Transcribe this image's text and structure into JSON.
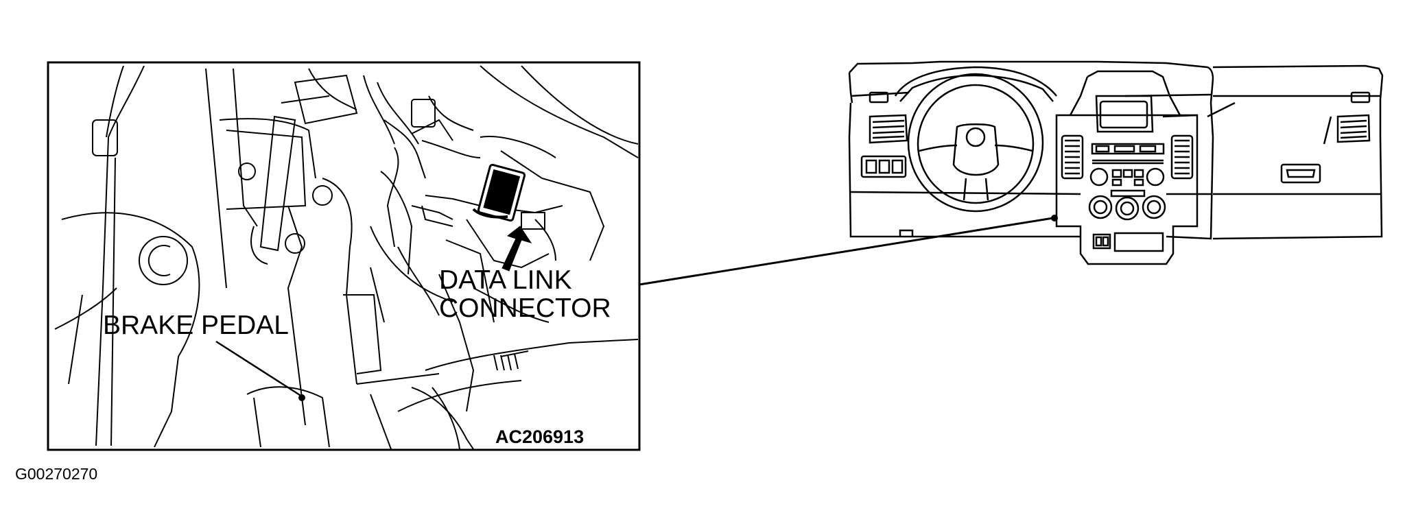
{
  "labels": {
    "data_link_connector_line1": "DATA LINK",
    "data_link_connector_line2": "CONNECTOR",
    "brake_pedal": "BRAKE PEDAL"
  },
  "inset_code": "AC206913",
  "figure_id": "G00270270",
  "colors": {
    "ink": "#000000",
    "background": "#ffffff"
  }
}
